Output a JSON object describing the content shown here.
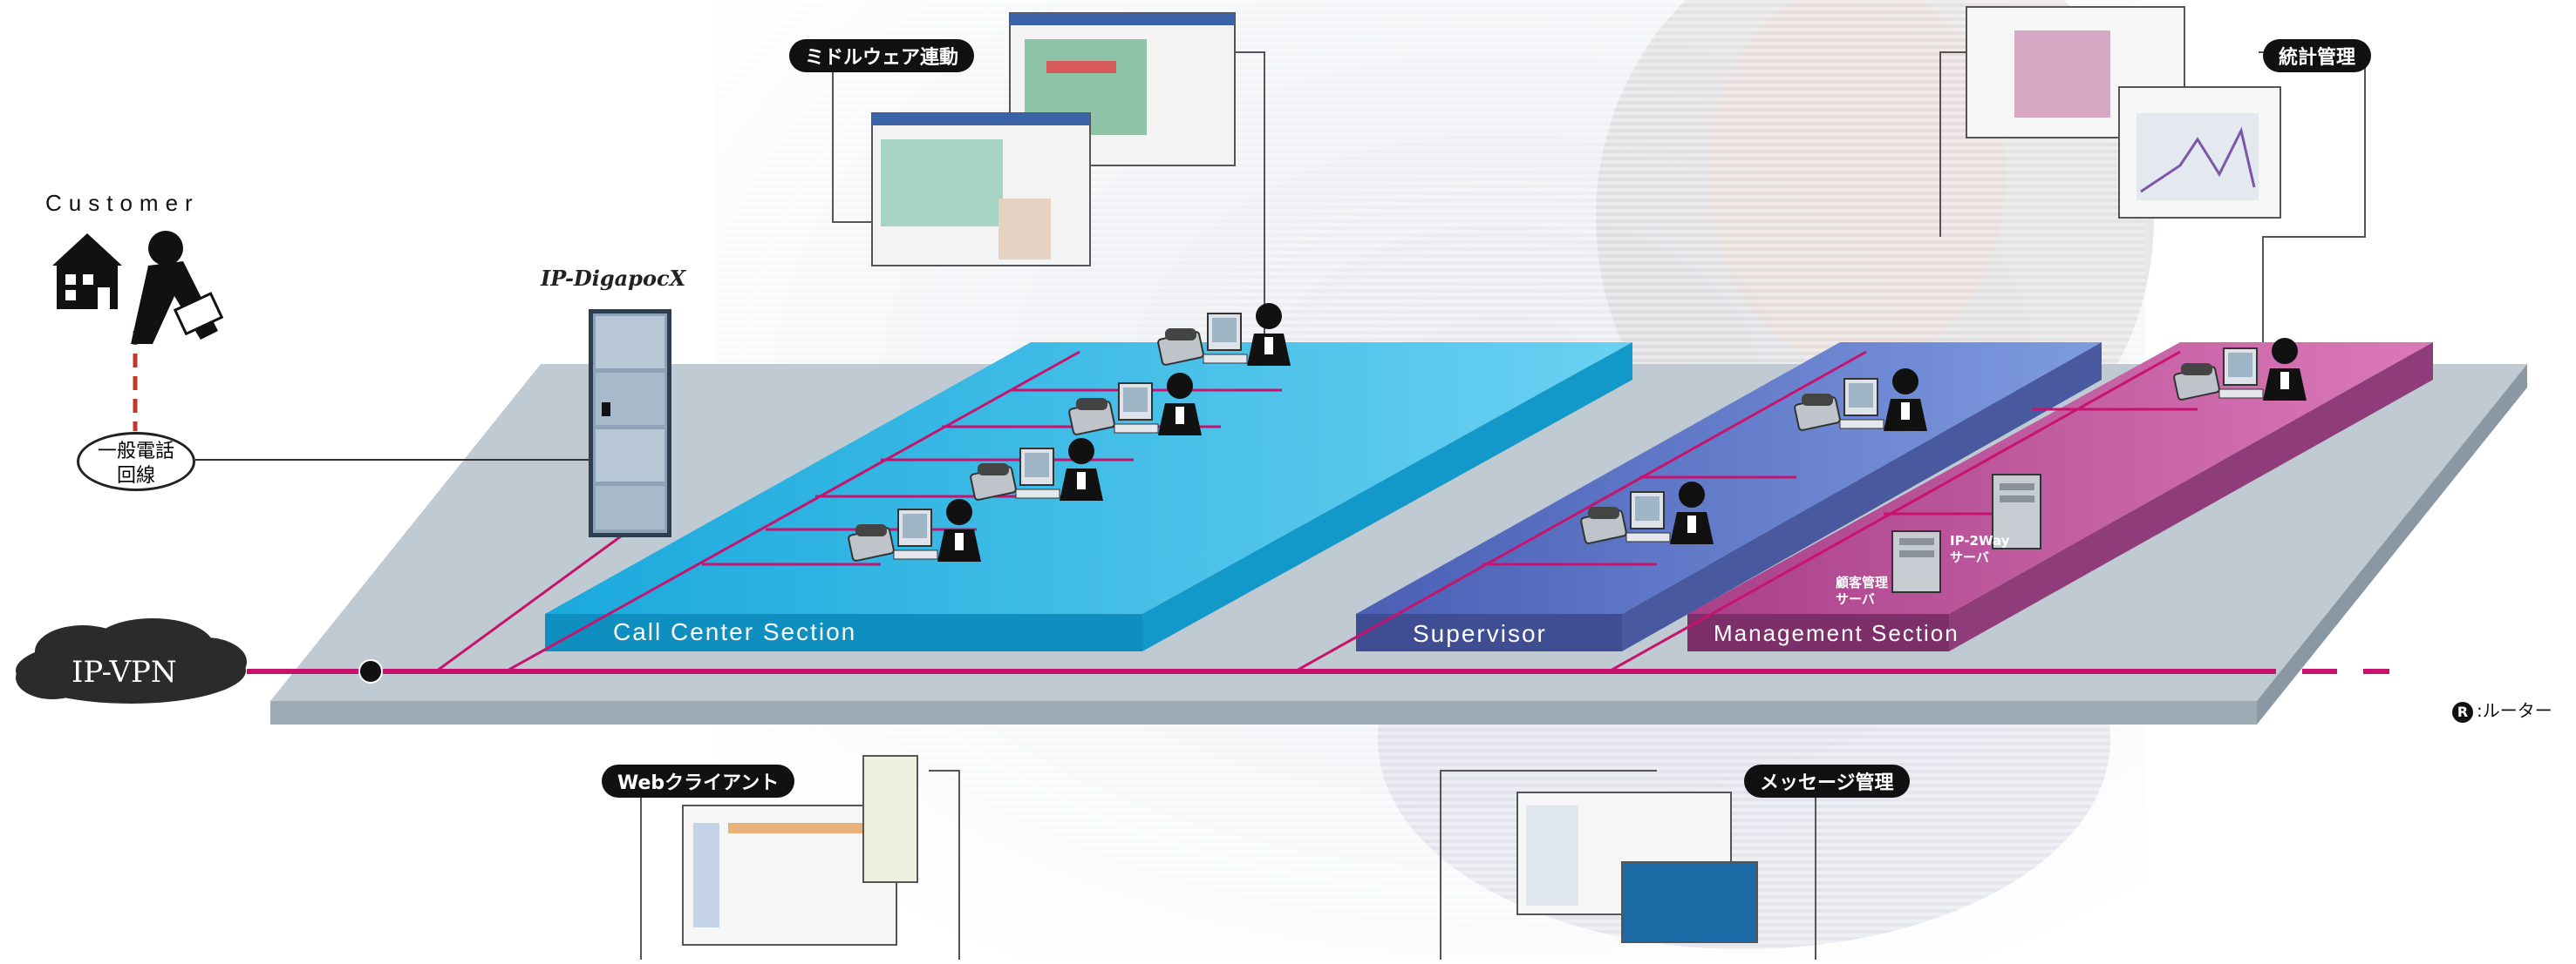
{
  "labels": {
    "customer": "Customer",
    "pstn_line1": "一般電話",
    "pstn_line2": "回線",
    "ip_vpn": "IP-VPN",
    "router_mark": "R",
    "router_legend": ":ルーター",
    "brand": "IP-DigapocX"
  },
  "callouts": {
    "middleware": "ミドルウェア連動",
    "statistics": "統計管理",
    "web_client": "Webクライアント",
    "message": "メッセージ管理"
  },
  "sections": {
    "call_center": "Call Center Section",
    "supervisor": "Supervisor",
    "management": "Management Section"
  },
  "servers": {
    "customer_mgmt_1": "顧客管理",
    "customer_mgmt_2": "サーバ",
    "ip2way_1": "IP-2Way",
    "ip2way_2": "サーバ"
  },
  "colors": {
    "network_line": "#c8136e",
    "call_center": "#1fb6e3",
    "supervisor": "#5a74c6",
    "management": "#bd4d9c",
    "platform": "#bcc8d0",
    "vpn_cloud": "#2b2b2b"
  },
  "icons": [
    "house-icon",
    "customer-phone-icon",
    "pbx-server-icon",
    "ip-phone-icon",
    "pc-icon",
    "operator-icon",
    "server-icon",
    "router-icon",
    "cloud-icon"
  ]
}
